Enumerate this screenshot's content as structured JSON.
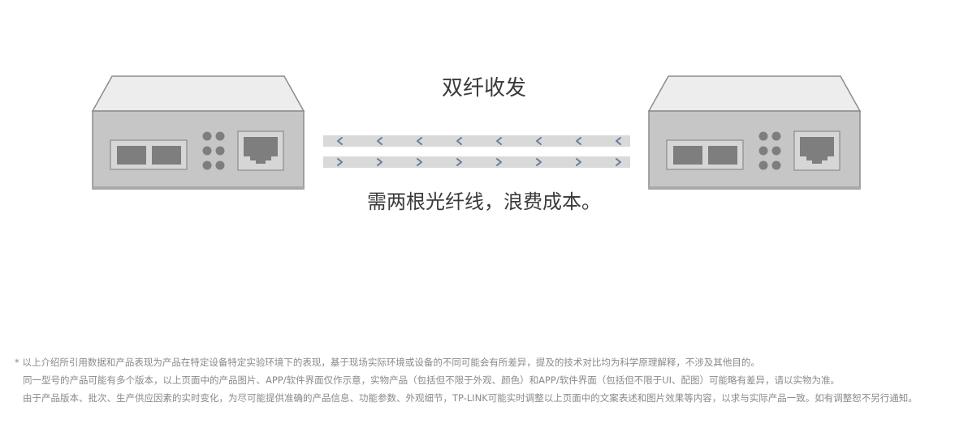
{
  "diagram": {
    "title": "双纤收发",
    "caption": "需两根光纤线，浪费成本。",
    "colors": {
      "device_body": "#c6c6c6",
      "device_top": "#ededed",
      "device_outline": "#8c8c8c",
      "fiber": "#d9d9d9",
      "arrow": "#6b7d9a"
    }
  },
  "disclaimer": {
    "line1": "* 以上介绍所引用数据和产品表现为产品在特定设备特定实验环境下的表现，基于现场实际环境或设备的不同可能会有所差异，提及的技术对比均为科学原理解释，不涉及其他目的。",
    "line2": "同一型号的产品可能有多个版本，以上页面中的产品图片、APP/软件界面仅作示意，实物产品（包括但不限于外观、颜色）和APP/软件界面（包括但不限于UI、配图）可能略有差异，请以实物为准。",
    "line3": "由于产品版本、批次、生产供应因素的实时变化，为尽可能提供准确的产品信息、功能参数、外观细节，TP-LINK可能实时调整以上页面中的文案表述和图片效果等内容，以求与实际产品一致。如有调整恕不另行通知。"
  }
}
